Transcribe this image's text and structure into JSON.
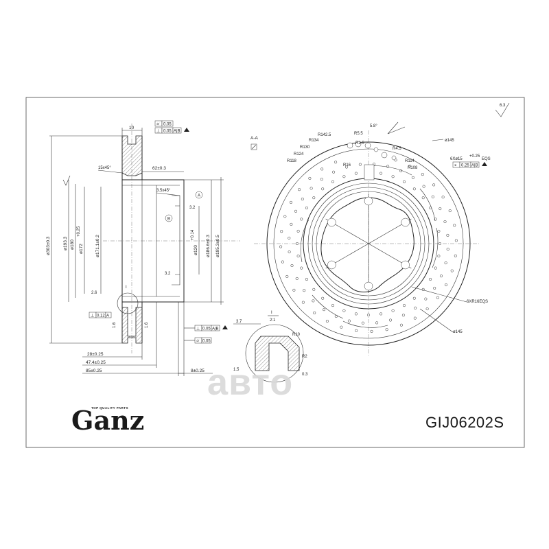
{
  "title_block": {
    "brand": "Ganz",
    "tagline": "TOP QUALITY PARTS",
    "part_number": "GIJ06202S"
  },
  "watermark": "авто",
  "roughness": "6.3",
  "section": {
    "label": "A-A",
    "datum_a": "A",
    "datum_b": "B",
    "detail_mark": "I",
    "detail_scale": "2:1"
  },
  "side_view": {
    "width_10": "10",
    "fcf_top_1": "0.05",
    "fcf_top_2": "0.05",
    "fcf_top_2_ref": "A|B",
    "chamfer_1": "15x45°",
    "dim_62": "62±0.3",
    "chamfer_2": "3.5x45°",
    "dim_303": "ø303±0.3",
    "dim_193": "ø193.3",
    "dim_180": "ø180",
    "dim_172": "ø172",
    "dim_172_tol": "+0.25",
    "dim_171": "ø171.1±0.2",
    "dim_120": "ø120",
    "dim_120_tol": "+0.14",
    "dim_186": "ø186.6±0.3",
    "dim_195": "ø195.3±0.5",
    "rough_32a": "3.2",
    "rough_32b": "3.2",
    "rough_16a": "1.6",
    "rough_16b": "1.6",
    "rough_26": "2.6",
    "fcf_left_val": "0.12",
    "fcf_left_ref": "A",
    "fcf_bot_1_val": "0.05",
    "fcf_bot_1_ref": "A|B",
    "fcf_bot_2_val": "0.05",
    "dim_28": "28±0.25",
    "dim_47": "47.4±0.25",
    "dim_85": "85±0.25",
    "dim_8": "8±0.25"
  },
  "detail": {
    "dim_37": "3.7",
    "r10": "R10",
    "r2": "R2",
    "dim_15": "1.5",
    "dim_03": "0.3"
  },
  "front_view": {
    "angle": "5.8°",
    "r1425": "R142.5",
    "r134": "R134",
    "r130": "R130",
    "r124": "R124",
    "r118": "R118",
    "r55": "R5.5",
    "r25": "R2.5",
    "r16": "R16",
    "r45": "R4.5",
    "r114": "R114",
    "r108": "R108",
    "d145a": "ø145",
    "d145b": "ø145",
    "holes_a": "6Xø15",
    "holes_a_tol": "+0.25",
    "holes_a_suffix": "EQS",
    "holes_a_fcf": "0.25",
    "holes_a_ref": "A|B",
    "holes_b": "6XR16EQS"
  }
}
